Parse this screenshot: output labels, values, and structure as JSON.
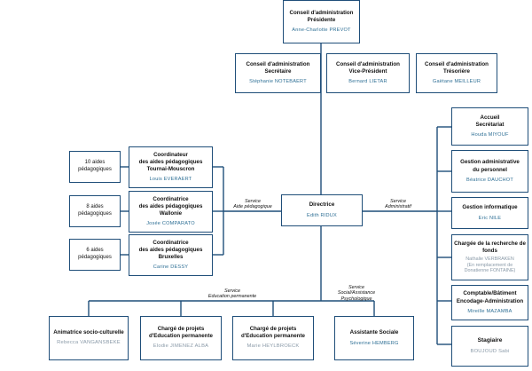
{
  "colors": {
    "line": "#1f4e79",
    "name": "#2e6f95"
  },
  "president": {
    "title": "Conseil d'administration\nPrésidente",
    "name": "Anne-Charlotte PREVOT"
  },
  "secretaire": {
    "title": "Conseil d'administration\nSecrétaire",
    "name": "Stéphanie NOTEBAERT"
  },
  "vice": {
    "title": "Conseil d'administration\nVice-Président",
    "name": "Bernard LIETAR"
  },
  "tresoriere": {
    "title": "Conseil d'administration\nTrésorière",
    "name": "Gaëtane MEILLEUR"
  },
  "directrice": {
    "title": "Directrice",
    "name": "Edith RIDUX"
  },
  "left": {
    "aids": [
      "10 aides\npédagogiques",
      "8 aides\npédagogiques",
      "6 aides\npédagogiques"
    ],
    "coords": [
      {
        "title": "Coordinateur\ndes aides pédagogiques\nTournai-Mouscron",
        "name": "Louis EVERAERT"
      },
      {
        "title": "Coordinatrice\ndes aides pédagogiques\nWallonie",
        "name": "Josée COMPARATO"
      },
      {
        "title": "Coordinatrice\ndes aides pédagogiques\nBruxelles",
        "name": "Carine DESSY"
      }
    ]
  },
  "right": [
    {
      "title": "Accueil\nSecrétariat",
      "name": "Houda MIYOUF"
    },
    {
      "title": "Gestion administrative\ndu personnel",
      "name": "Béatrice DAUCHOT"
    },
    {
      "title": "Gestion informatique",
      "name": "Eric NILE"
    },
    {
      "title": "Chargée de la recherche de\nfonds",
      "name": "Nathalie VERBRAKEN",
      "note": "(En remplacement de\nDonatienne FONTAINE)"
    },
    {
      "title": "Comptable/Bâtiment\nEncodage-Administration",
      "name": "Mireille MAZAMBA"
    },
    {
      "title": "Stagiaire",
      "name": "BOUJOUD Sabi"
    }
  ],
  "bottom": [
    {
      "title": "Animatrice socio-culturelle",
      "name": "Rebecca VANGANSBEKE"
    },
    {
      "title": "Chargé de projets\nd'Education permanente",
      "name": "Elodie JIMENEZ ALBA"
    },
    {
      "title": "Chargé de projets\nd'Education permanente",
      "name": "Marie HEYLBROECK"
    },
    {
      "title": "Assistante Sociale",
      "name": "Séverine HEMBERG"
    }
  ],
  "labels": {
    "aide": "Service\nAide pédagogique",
    "admin": "Service\nAdministratif",
    "edu": "Service\nEducation permanente",
    "social": "Service\nSocial/Assistance\nPsychologique"
  }
}
